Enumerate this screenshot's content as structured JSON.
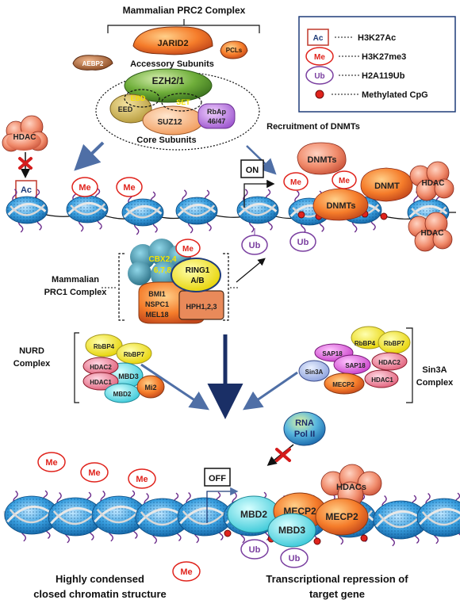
{
  "prc2": {
    "title": "Mammalian PRC2 Complex",
    "accessory_label": "Accessory Subunits",
    "core_label": "Core Subunits",
    "jarid2": "JARID2",
    "aebp2": "AEBP2",
    "pcls": "PCLs",
    "ezh2": "EZH2/1",
    "ebd": "EBD",
    "set": "SET",
    "eed": "EED",
    "suz12": "SUZ12",
    "rbap_line1": "RbAp",
    "rbap_line2": "46/47"
  },
  "legend": {
    "items": [
      {
        "mark": "Ac",
        "label": "H3K27Ac"
      },
      {
        "mark": "Me",
        "label": "H3K27me3"
      },
      {
        "mark": "Ub",
        "label": "H2A119Ub"
      },
      {
        "mark": "",
        "label": "Methylated CpG"
      }
    ]
  },
  "top_row": {
    "hdac": "HDAC",
    "ac": "Ac",
    "me": "Me",
    "ub": "Ub",
    "on": "ON",
    "recruitment": "Recruitment of DNMTs",
    "dnmts": "DNMTs",
    "dnmt": "DNMT"
  },
  "prc1": {
    "label_line1": "Mammalian",
    "label_line2": "PRC1 Complex",
    "cbx_line1": "CBX2,4",
    "cbx_line2": "6,7,8",
    "ring_line1": "RING1",
    "ring_line2": "A/B",
    "bmi1": "BMI1",
    "nspc1": "NSPC1",
    "mel18": "MEL18",
    "hph": "HPH1,2,3",
    "me": "Me"
  },
  "nurd": {
    "label_line1": "NURD",
    "label_line2": "Complex",
    "rbbp4": "RbBP4",
    "rbbp7": "RbBP7",
    "hdac2": "HDAC2",
    "hdac1": "HDAC1",
    "mbd3": "MBD3",
    "mbd2": "MBD2",
    "mi2": "Mi2"
  },
  "sin3a": {
    "label_line1": "Sin3A",
    "label_line2": "Complex",
    "sap18a": "SAP18",
    "rbbp4": "RbBP4",
    "rbbp7": "RbBP7",
    "sap18b": "SAP18",
    "hdac2": "HDAC2",
    "sin3a": "Sin3A",
    "mecp2": "MECP2",
    "hdac1": "HDAC1"
  },
  "pol2": {
    "line1": "RNA",
    "line2": "Pol II"
  },
  "bottom_row": {
    "off": "OFF",
    "me": "Me",
    "mbd2": "MBD2",
    "mecp2": "MECP2",
    "mbd3": "MBD3",
    "hdacs": "HDACs",
    "ub": "Ub"
  },
  "captions": {
    "left_line1": "Highly condensed",
    "left_line2": "closed chromatin structure",
    "right_line1": "Transcriptional repression of",
    "right_line2": "target gene"
  },
  "colors": {
    "me": "#e0231c",
    "ub": "#7a3fa0",
    "ac": "#c0392b",
    "nucleosome": "#3aa0e0",
    "dna_tail": "#6a2a8a",
    "arrow": "#2b4c7e"
  }
}
